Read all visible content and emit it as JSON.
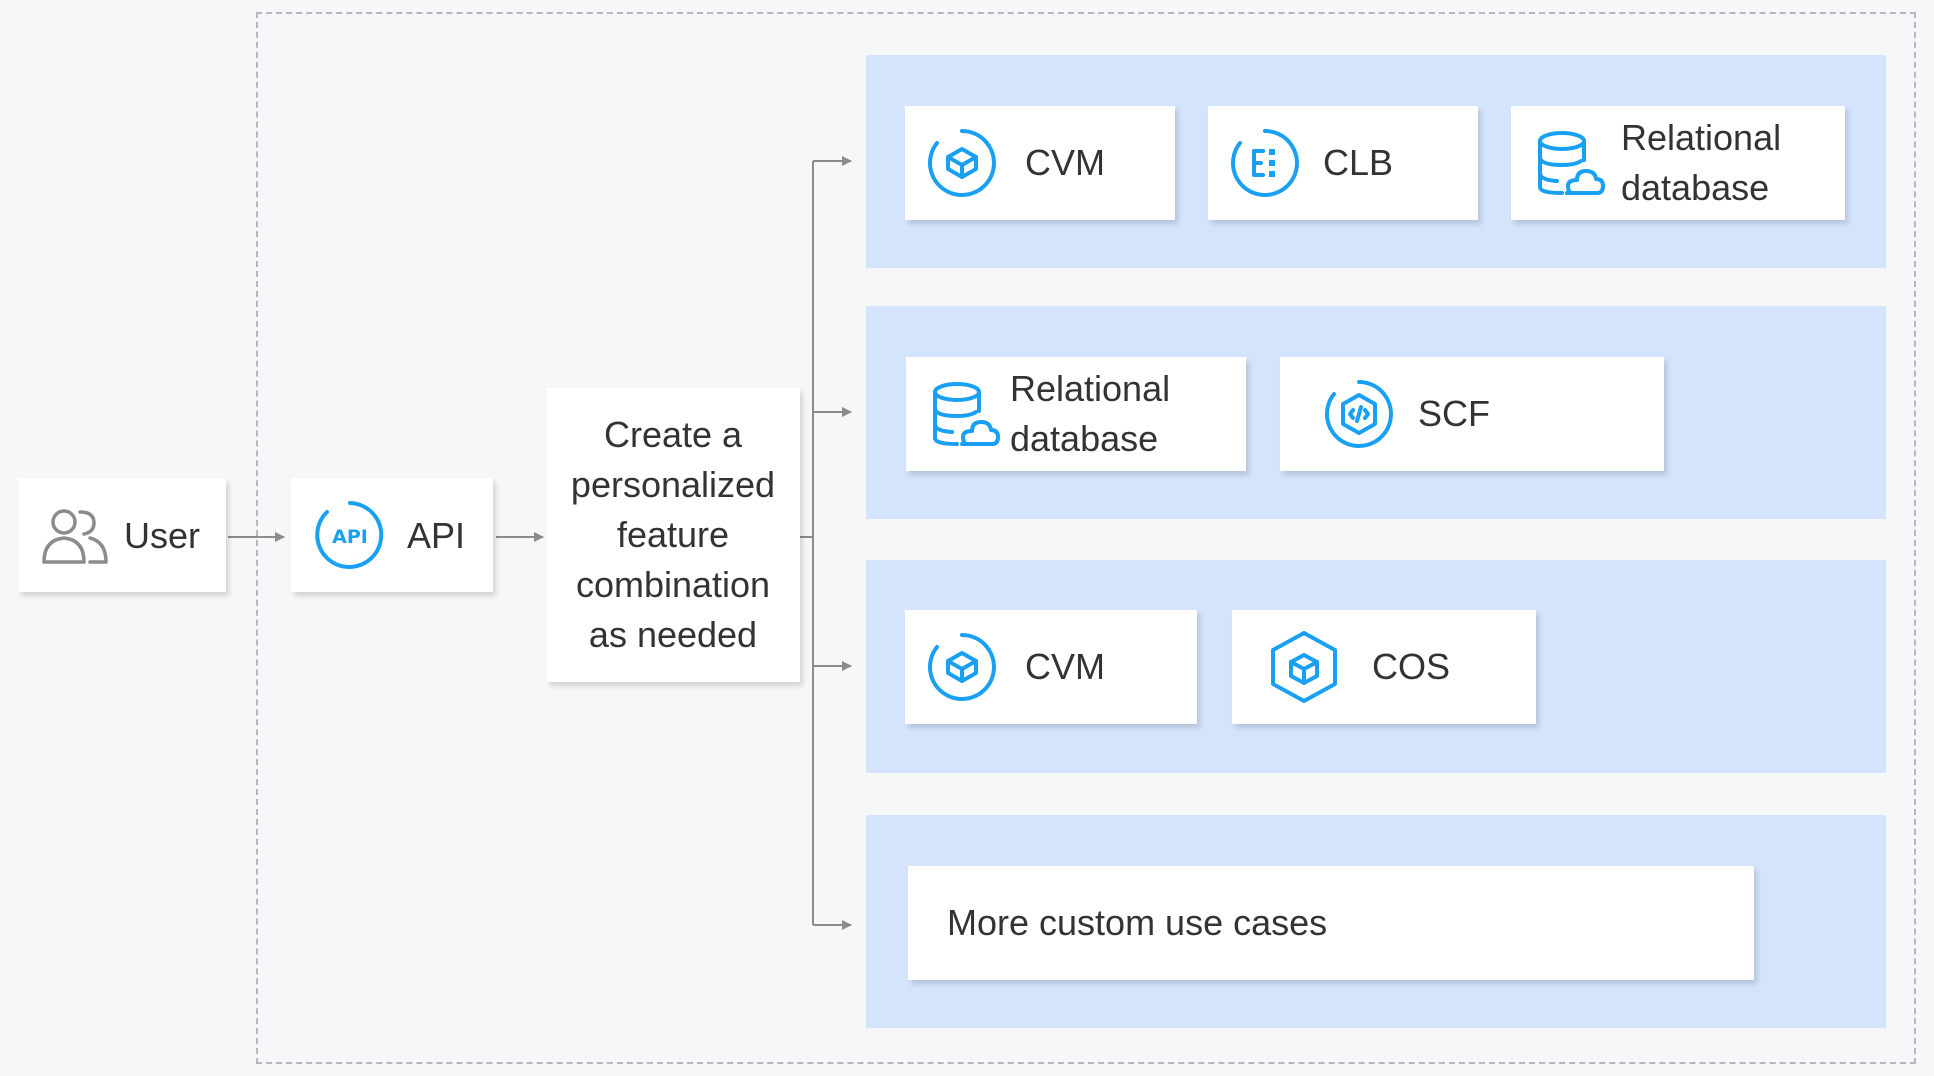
{
  "user": {
    "label": "User",
    "icon": "users-icon"
  },
  "api": {
    "label": "API",
    "icon": "api-icon"
  },
  "combination": {
    "lines": [
      "Create a",
      "personalized",
      "feature",
      "combination",
      "as needed"
    ]
  },
  "rows": [
    {
      "items": [
        {
          "label": "CVM",
          "icon": "cvm-icon"
        },
        {
          "label": "CLB",
          "icon": "clb-icon"
        },
        {
          "label_lines": [
            "Relational",
            "database"
          ],
          "icon": "database-icon"
        }
      ]
    },
    {
      "items": [
        {
          "label_lines": [
            "Relational",
            "database"
          ],
          "icon": "database-icon"
        },
        {
          "label": "SCF",
          "icon": "scf-icon"
        }
      ]
    },
    {
      "items": [
        {
          "label": "CVM",
          "icon": "cvm-icon"
        },
        {
          "label": "COS",
          "icon": "cos-icon"
        }
      ]
    },
    {
      "items": [
        {
          "label": "More custom use cases"
        }
      ]
    }
  ],
  "colors": {
    "accent": "#1aa0f2",
    "panel": "#d3e4fc",
    "connector": "#8c8c8c",
    "text": "#333333",
    "background": "#f5f7f9"
  }
}
